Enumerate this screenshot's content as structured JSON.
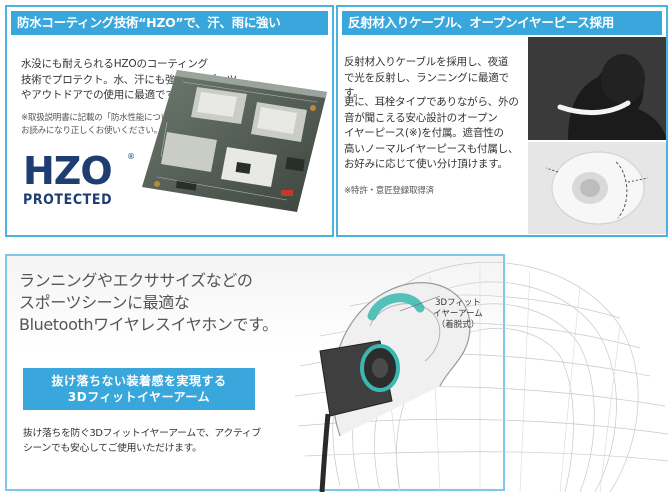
{
  "hzo": {
    "title": "防水コーティング技術“HZO”で、汗、雨に強い",
    "body_lines": [
      "水没にも耐えられるHZOのコーティング",
      "技術でプロテクト。水、汗にも強く、スポーツ",
      "やアウトドアでの使用に最適です。"
    ],
    "note_lines": [
      "※取扱説明書に記載の「防水性能について」を",
      "お読みになり正しくお使いください。"
    ],
    "logo_word": "HZO",
    "logo_reg": "®",
    "logo_sub": "PROTECTED"
  },
  "cable": {
    "title": "反射材入りケーブル、オープンイヤーピース採用",
    "para1_lines": [
      "反射材入りケーブルを採用し、夜道",
      "で光を反射し、ランニングに最適です。"
    ],
    "para2_lines": [
      "更に、耳栓タイプでありながら、外の",
      "音が聞こえる安心設計のオープン",
      "イヤーピース(※)を付属。遮音性の",
      "高いノーマルイヤーピースも付属し、",
      "お好みに応じて使い分け頂けます。"
    ],
    "note": "※特許・意匠登録取得済"
  },
  "bt": {
    "heading_lines": [
      "ランニングやエクササイズなどの",
      "スポーツシーンに最適な",
      "Bluetoothワイヤレスイヤホンです。"
    ],
    "banner_lines": [
      "抜け落ちない装着感を実現する",
      "3Dフィットイヤーアーム"
    ],
    "desc_lines": [
      "抜け落ちを防ぐ3Dフィットイヤーアームで、アクティブ",
      "シーンでも安心してご使用いただけます。"
    ],
    "arm_label_lines": [
      "3Dフィット",
      "イヤーアーム",
      "（着脱式）"
    ]
  },
  "colors": {
    "accent": "#3aa7dc",
    "logo_navy": "#1e3e72",
    "arm_teal": "#3ab7b0"
  }
}
